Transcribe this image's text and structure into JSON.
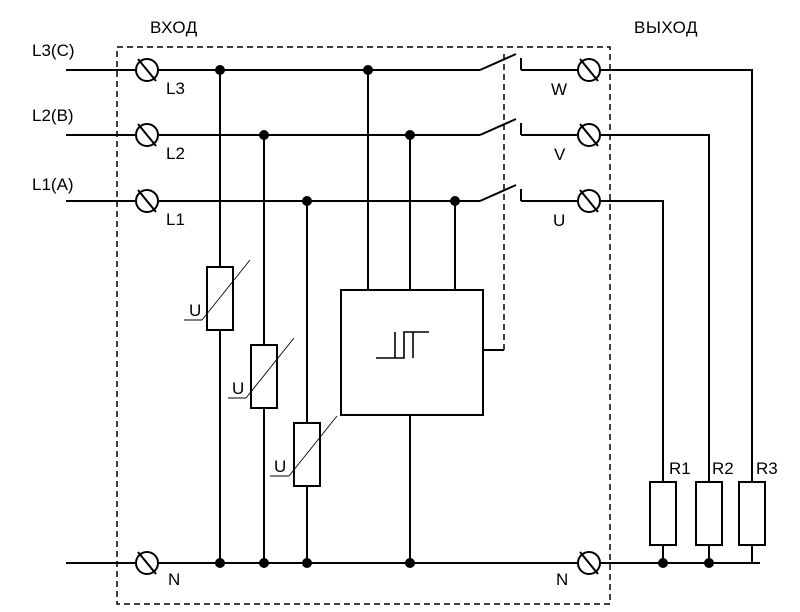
{
  "header": {
    "input_label": "ВХОД",
    "output_label": "ВЫХОД"
  },
  "inputs": {
    "l3": "L3(C)",
    "l2": "L2(B)",
    "l1": "L1(A)"
  },
  "terminals": {
    "l3": "L3",
    "l2": "L2",
    "l1": "L1",
    "n_in": "N",
    "w": "W",
    "v": "V",
    "u": "U",
    "n_out": "N"
  },
  "varistors": {
    "label1": "U",
    "label2": "U",
    "label3": "U"
  },
  "loads": {
    "r1": "R1",
    "r2": "R2",
    "r3": "R3"
  }
}
